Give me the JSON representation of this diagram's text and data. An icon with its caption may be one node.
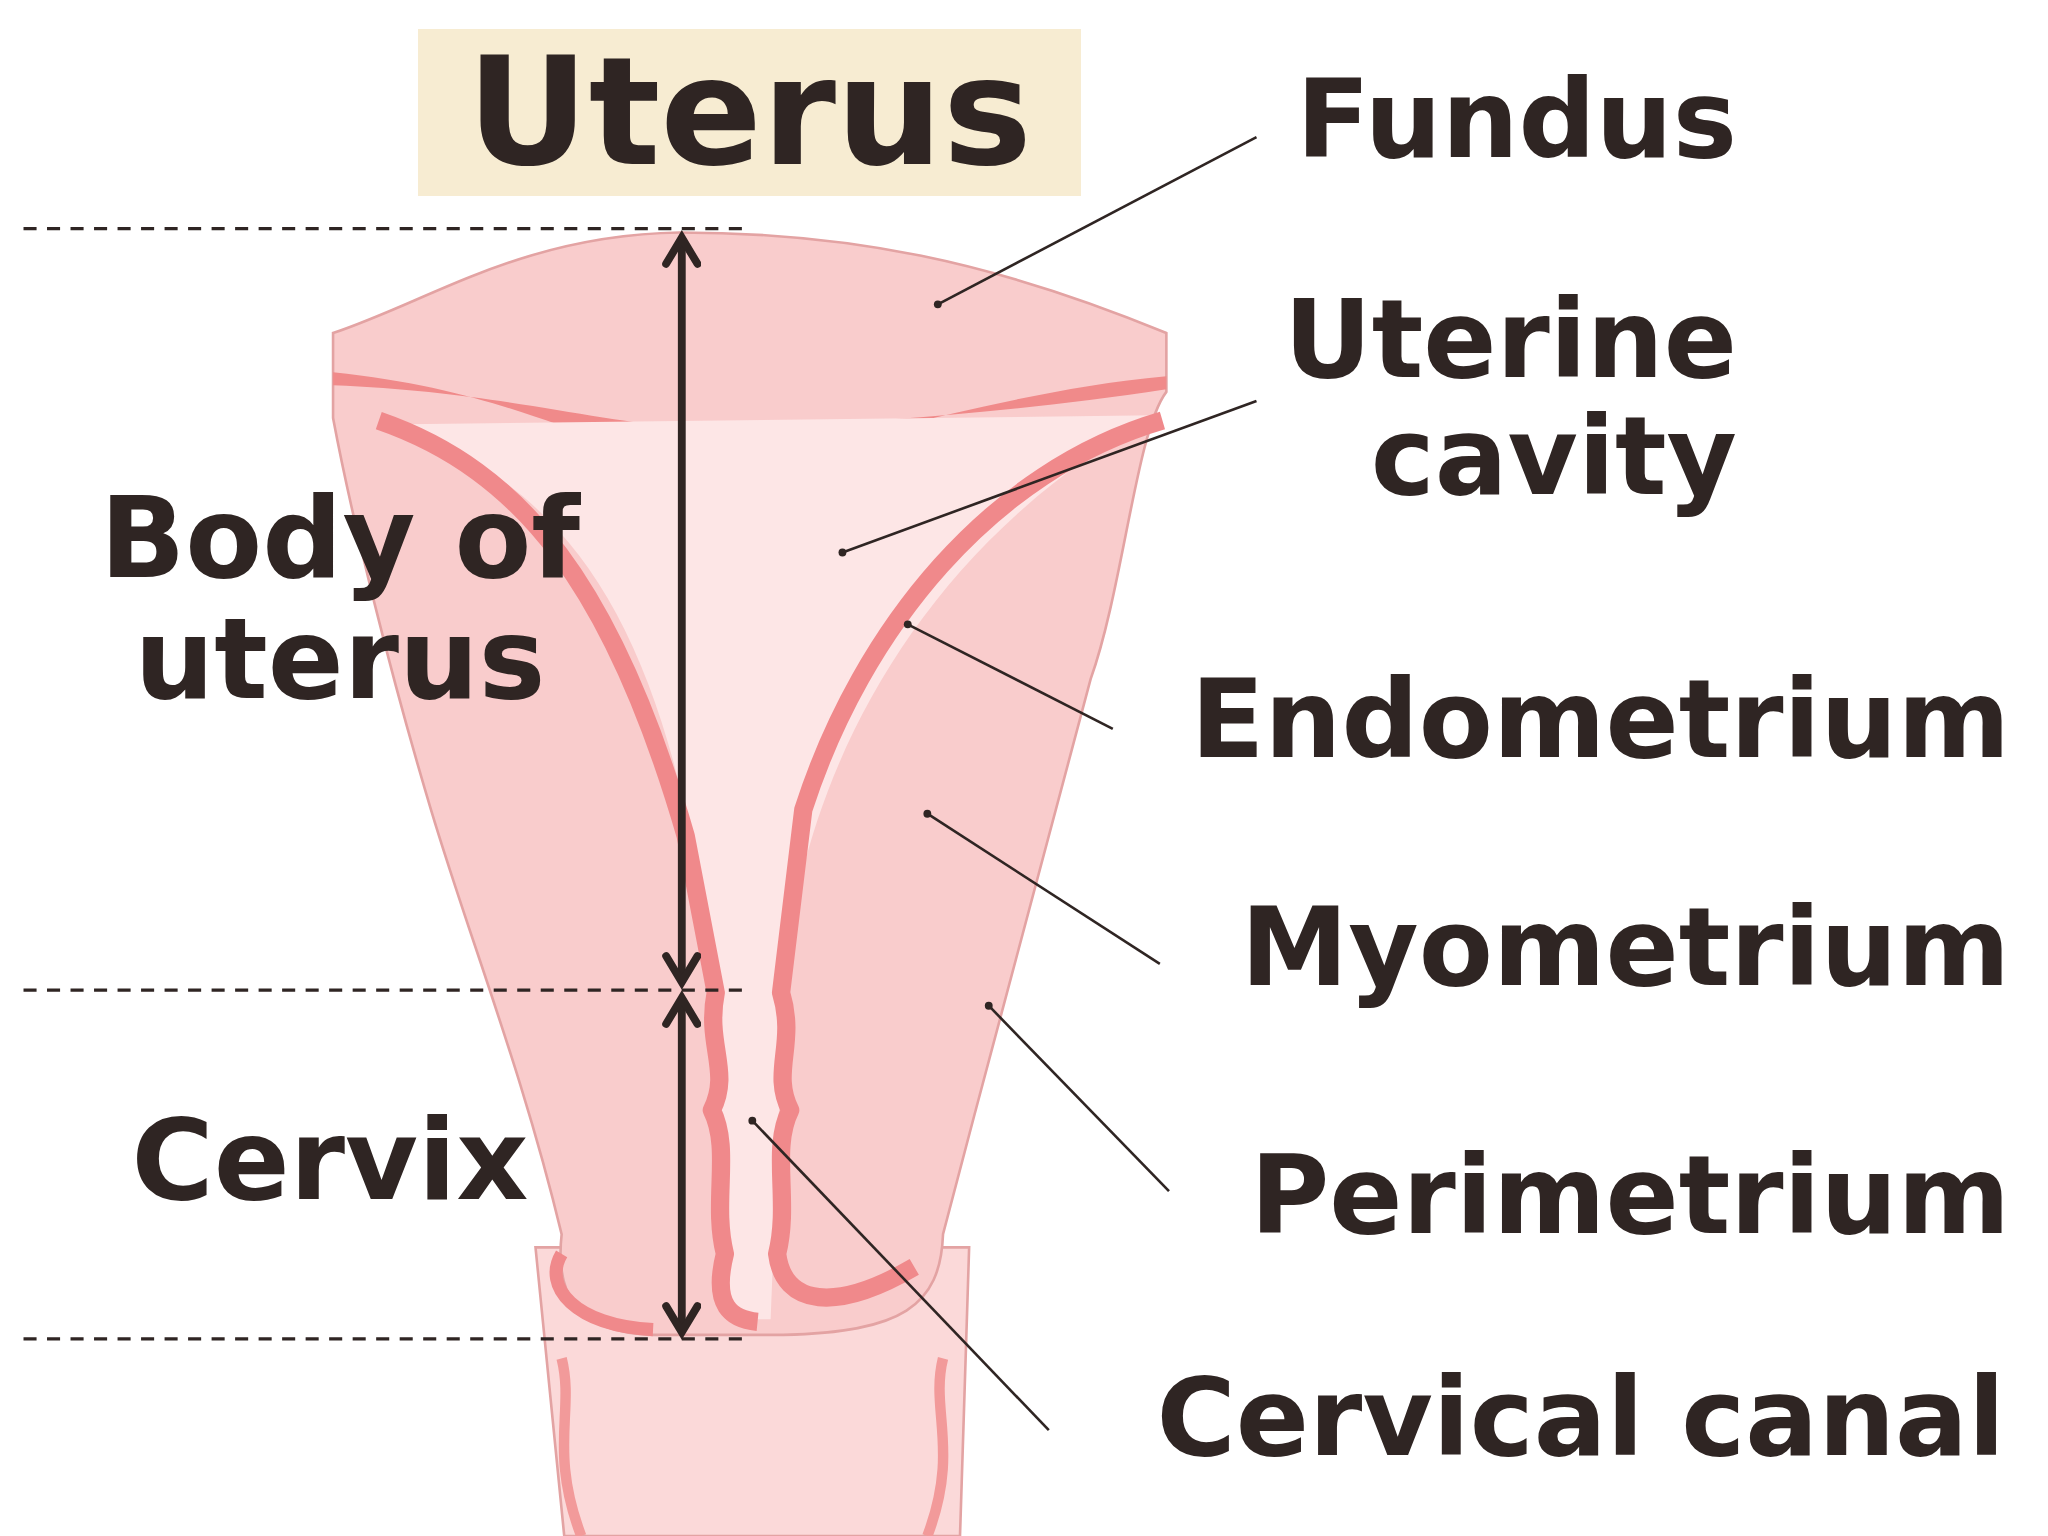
{
  "diagram": {
    "title": "Uterus",
    "nodes": [
      {
        "text": [
          "Fundus"
        ]
      },
      {
        "text": [
          "Uterine cavity"
        ]
      },
      {
        "text": [
          "Endometrium"
        ]
      },
      {
        "text": [
          "Myometrium"
        ]
      },
      {
        "text": [
          "Perimetrium"
        ]
      },
      {
        "text": [
          "Cervical canal"
        ]
      }
    ],
    "edges": [
      {
        "from": 0,
        "to": null,
        "arrow": "other"
      },
      {
        "from": 1,
        "to": null,
        "arrow": "other"
      },
      {
        "from": 2,
        "to": null,
        "arrow": "other"
      },
      {
        "from": 3,
        "to": null,
        "arrow": "other"
      },
      {
        "from": 4,
        "to": null,
        "arrow": "other"
      },
      {
        "from": 5,
        "to": null,
        "arrow": "other"
      }
    ],
    "labels": [
      "Body of uterus",
      "Cervix"
    ]
  }
}
